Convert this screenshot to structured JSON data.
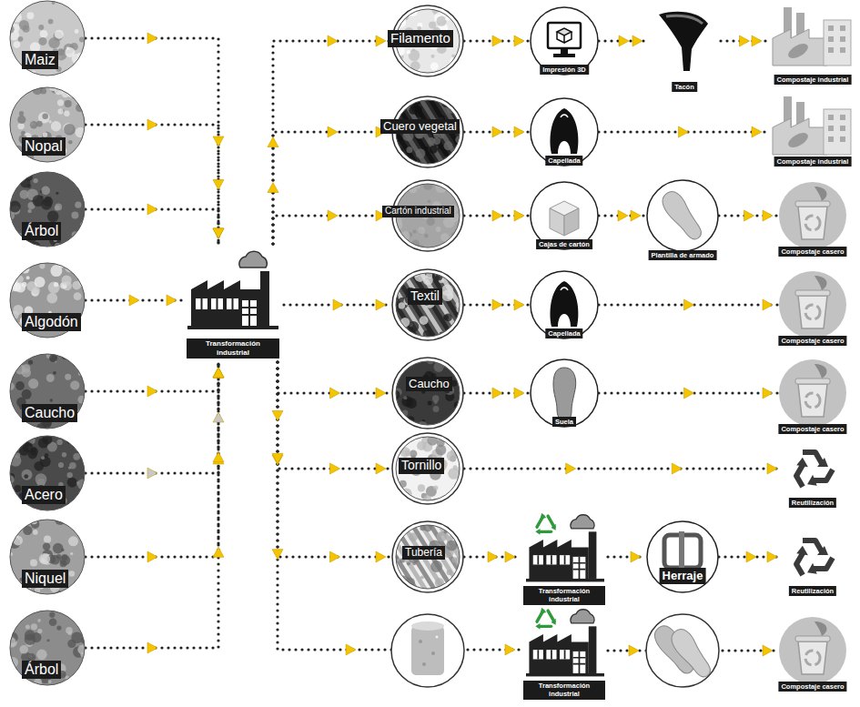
{
  "diagram": {
    "nodes": [
      {
        "text": [
          "Maiz"
        ]
      },
      {
        "text": [
          "Nopal"
        ]
      },
      {
        "text": [
          "Árbol"
        ]
      },
      {
        "text": [
          "Algodón"
        ]
      },
      {
        "text": [
          "Caucho"
        ]
      },
      {
        "text": [
          "Acero"
        ]
      },
      {
        "text": [
          "Niquel"
        ]
      },
      {
        "text": [
          "Árbol"
        ]
      },
      {
        "text": [
          "Transformación industrial"
        ]
      },
      {
        "text": [
          "Filamento"
        ]
      },
      {
        "text": [
          "Impresión 3D"
        ]
      },
      {
        "text": [
          "Tacón"
        ]
      },
      {
        "text": [
          "Compostaje industrial"
        ]
      },
      {
        "text": [
          "Cuero vegetal"
        ]
      },
      {
        "text": [
          "Capellada"
        ]
      },
      {
        "text": [
          "Compostaje industrial"
        ]
      },
      {
        "text": [
          "Cartón industrial"
        ]
      },
      {
        "text": [
          "Cajas de cartón"
        ]
      },
      {
        "text": [
          "Plantilla de armado"
        ]
      },
      {
        "text": [
          "Compostaje casero"
        ]
      },
      {
        "text": [
          "Textil"
        ]
      },
      {
        "text": [
          "Capellada"
        ]
      },
      {
        "text": [
          "Compostaje casero"
        ]
      },
      {
        "text": [
          "Caucho"
        ]
      },
      {
        "text": [
          "Suela"
        ]
      },
      {
        "text": [
          "Compostaje casero"
        ]
      },
      {
        "text": [
          "Tornillo"
        ]
      },
      {
        "text": [
          "Reutilización"
        ]
      },
      {
        "text": [
          "Tubería"
        ]
      },
      {
        "text": [
          "Transformación industrial"
        ]
      },
      {
        "text": [
          "Herraje"
        ]
      },
      {
        "text": [
          "Reutilización"
        ]
      },
      {
        "text": [
          "Transformación industrial"
        ]
      },
      {
        "text": [
          "Compostaje casero"
        ]
      }
    ],
    "edges": [
      {
        "from": 0,
        "to": 8,
        "arrow": "to"
      },
      {
        "from": 1,
        "to": 8,
        "arrow": "to"
      },
      {
        "from": 2,
        "to": 8,
        "arrow": "to"
      },
      {
        "from": 3,
        "to": 8,
        "arrow": "to"
      },
      {
        "from": 4,
        "to": 8,
        "arrow": "to"
      },
      {
        "from": 5,
        "to": 8,
        "arrow": "to"
      },
      {
        "from": 6,
        "to": 8,
        "arrow": "to"
      },
      {
        "from": 7,
        "to": 8,
        "arrow": "to"
      },
      {
        "from": 8,
        "to": 9,
        "arrow": "to"
      },
      {
        "from": 8,
        "to": 13,
        "arrow": "to"
      },
      {
        "from": 8,
        "to": 16,
        "arrow": "to"
      },
      {
        "from": 8,
        "to": 20,
        "arrow": "to"
      },
      {
        "from": 8,
        "to": 23,
        "arrow": "to"
      },
      {
        "from": 8,
        "to": 26,
        "arrow": "to"
      },
      {
        "from": 8,
        "to": 28,
        "arrow": "to"
      },
      {
        "from": 8,
        "to": 32,
        "arrow": "to"
      },
      {
        "from": 9,
        "to": 10,
        "arrow": "to"
      },
      {
        "from": 10,
        "to": 11,
        "arrow": "to"
      },
      {
        "from": 11,
        "to": 12,
        "arrow": "to"
      },
      {
        "from": 13,
        "to": 14,
        "arrow": "to"
      },
      {
        "from": 14,
        "to": 15,
        "arrow": "to"
      },
      {
        "from": 16,
        "to": 17,
        "arrow": "to"
      },
      {
        "from": 17,
        "to": 18,
        "arrow": "to"
      },
      {
        "from": 18,
        "to": 19,
        "arrow": "to"
      },
      {
        "from": 20,
        "to": 21,
        "arrow": "to"
      },
      {
        "from": 21,
        "to": 22,
        "arrow": "to"
      },
      {
        "from": 23,
        "to": 24,
        "arrow": "to"
      },
      {
        "from": 24,
        "to": 25,
        "arrow": "to"
      },
      {
        "from": 26,
        "to": 27,
        "arrow": "to"
      },
      {
        "from": 28,
        "to": 29,
        "arrow": "to"
      },
      {
        "from": 29,
        "to": 30,
        "arrow": "to"
      },
      {
        "from": 30,
        "to": 31,
        "arrow": "to"
      },
      {
        "from": 32,
        "to": 33,
        "arrow": "to"
      }
    ]
  }
}
